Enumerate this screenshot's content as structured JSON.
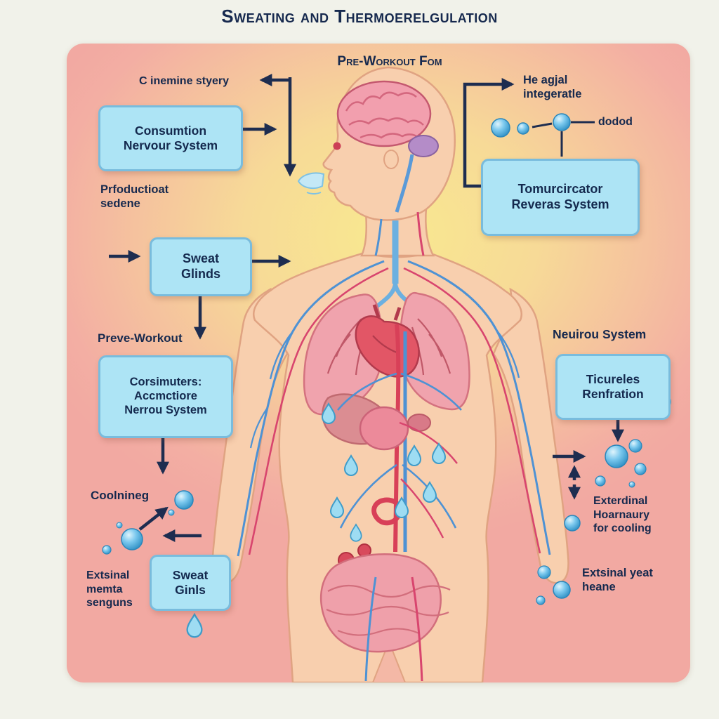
{
  "title": "Sweating and Thermoerelgulation",
  "subtitle": "Pre-Workout Fom",
  "boxes": {
    "consumtion": "Consumtion\nNervour System",
    "sweat_glinds": "Sweat\nGlinds",
    "corsimuters": "Corsimuters:\nAccmctiore\nNerrou System",
    "sweat_ginls": "Sweat\nGinls",
    "tomurcircator": "Tomurcircator\nReveras System",
    "ticureles": "Ticureles\nRenfration"
  },
  "labels": {
    "c_inemine": "C inemine styery",
    "prfoductioat": "Prfoductioat\nsedene",
    "preve_workout": "Preve-Workout",
    "coolnineg": "Coolnineg",
    "extsinal_memta": "Extsinal\nmemta\nsenguns",
    "he_agjal": "He agjal\nintegeratle",
    "dodod": "dodod",
    "neuirou": "Neuirou System",
    "exterdinal": "Exterdinal\nHoarnaury\nfor cooling",
    "extsinal_yeat": "Extsinal yeat\nheane"
  },
  "colors": {
    "text": "#16294e",
    "box_fill": "#ade4f5",
    "box_border": "#79bcdd",
    "panel_edge": "#f2a9a2",
    "panel_glow": "#f8e98f",
    "skin": "#f8cfae",
    "organ_pink": "#f0a3ad",
    "heart_red": "#e25666",
    "vessel_blue": "#4e92d4",
    "vessel_red": "#d8456e",
    "droplet_blue": "#56b8e8",
    "arrow": "#1e2d50"
  }
}
